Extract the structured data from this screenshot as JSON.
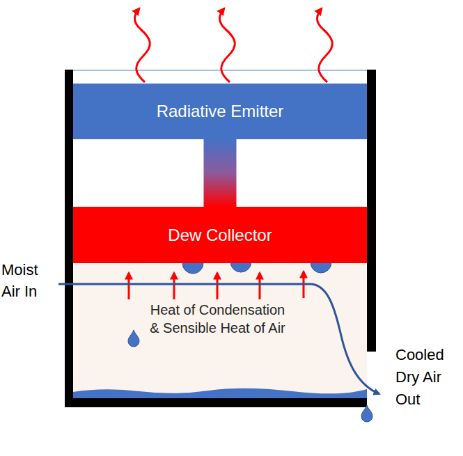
{
  "diagram": {
    "nodes": [
      {
        "text": [
          "Radiative Emitter"
        ]
      },
      {
        "text": [
          "Dew Collector"
        ]
      }
    ],
    "edges": [
      {
        "from": 0,
        "to": 1,
        "arrow": "none"
      }
    ],
    "labels": [
      "Moist Air In",
      "Heat of Condensation & Sensible Heat of Air",
      "Cooled Dry Air Out"
    ]
  }
}
